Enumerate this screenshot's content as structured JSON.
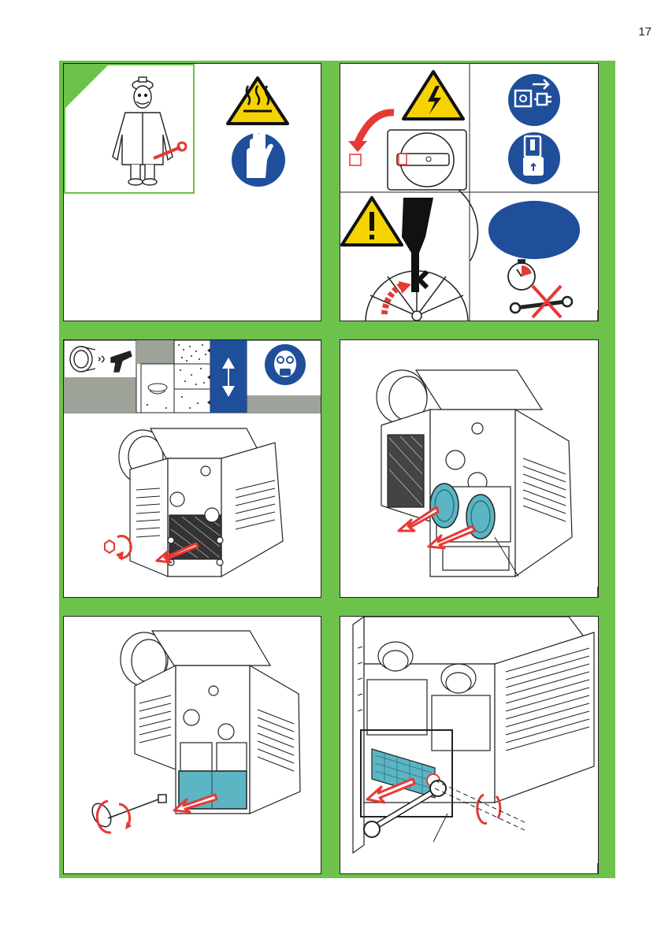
{
  "page": {
    "number": "17"
  },
  "colors": {
    "accent_green": "#6cc24a",
    "warning_yellow": "#f5d300",
    "mandatory_blue": "#1f4e9b",
    "danger_red": "#e53935",
    "filter_teal": "#5bb5c2"
  },
  "panels": [
    {
      "id": "safety",
      "icons": [
        "technician-figure-icon",
        "hot-surface-warning-icon",
        "wear-gloves-icon"
      ]
    },
    {
      "id": "isolate",
      "icons": [
        "electrical-hazard-icon",
        "main-switch-off-icon",
        "disconnect-plug-icon",
        "lockout-icon",
        "general-warning-icon",
        "rotating-fan-hazard-icon",
        "blue-oval-sign-icon",
        "wait-timer-icon",
        "no-tools-icon"
      ]
    },
    {
      "id": "filters-info",
      "icons": [
        "compressed-air-clean-icon",
        "dust-level-icon",
        "arrow-up-down-icon",
        "wear-respirator-icon"
      ]
    },
    {
      "id": "remove-front-cover",
      "icons": [
        "unscrew-icon",
        "remove-arrow-icon"
      ]
    },
    {
      "id": "remove-filter-cartridges",
      "icons": [
        "filter-cartridge-icon",
        "remove-arrow-icon"
      ]
    },
    {
      "id": "remove-filter-housing",
      "icons": [
        "key-tool-icon",
        "unscrew-icon",
        "remove-arrow-icon"
      ]
    },
    {
      "id": "remove-filter-element",
      "icons": [
        "spanner-icon",
        "unscrew-icon",
        "remove-arrow-icon"
      ]
    }
  ]
}
